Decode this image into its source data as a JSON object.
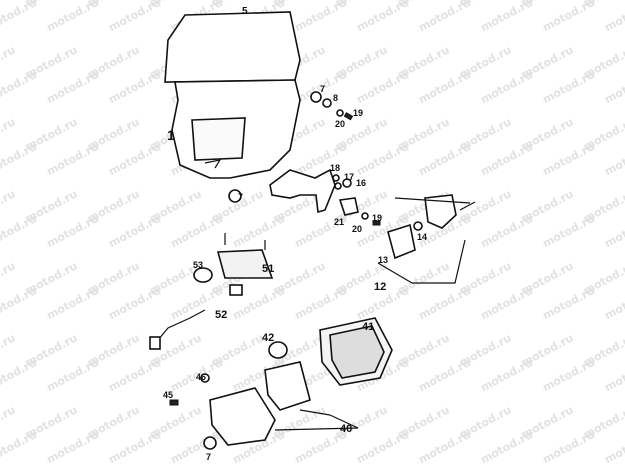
{
  "watermark": "motod.ru",
  "labels": {
    "p1": "1",
    "p5": "5",
    "p7a": "7",
    "p8": "8",
    "p19a": "19",
    "p20a": "20",
    "p7b": "7",
    "p18": "18",
    "p17": "17",
    "p16": "16",
    "p19b": "19",
    "p20b": "20",
    "p21": "21",
    "p14": "14",
    "p13": "13",
    "p12": "12",
    "p53": "53",
    "p51": "51",
    "p52": "52",
    "p42": "42",
    "p41": "41",
    "p46": "46",
    "p45": "45",
    "p40": "40",
    "p7c": "7"
  }
}
